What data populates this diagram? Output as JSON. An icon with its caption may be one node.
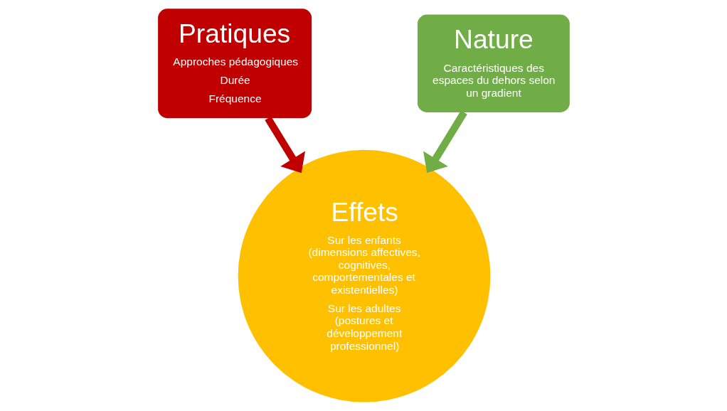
{
  "diagram": {
    "nodes": [
      {
        "text": [
          "Pratiques",
          "Approches pédagogiques",
          "Durée",
          "Fréquence"
        ]
      },
      {
        "text": [
          "Nature",
          "Caractéristiques des espaces du dehors selon un gradient"
        ]
      },
      {
        "text": [
          "Effets",
          "Sur les enfants (dimensions affectives, cognitives, comportementales et existentielles)",
          "Sur les adultes (postures et développement professionnel)"
        ]
      }
    ],
    "edges": [
      {
        "from": 0,
        "to": 2,
        "arrow": "to",
        "color": "#c00000"
      },
      {
        "from": 1,
        "to": 2,
        "arrow": "to",
        "color": "#70ad47"
      }
    ]
  }
}
